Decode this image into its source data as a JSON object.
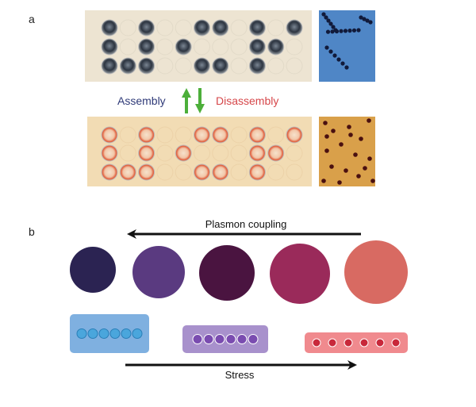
{
  "panel_a": {
    "label": "a",
    "assembly_label": "Assembly",
    "disassembly_label": "Disassembly",
    "colors": {
      "assembly": "#2f3a78",
      "disassembly": "#d6474a",
      "arrow": "#4caf3a",
      "plate_top": "#efe6d4",
      "plate_bottom": "#f3dcb2",
      "well_top": "#3a4250",
      "well_bottom": "#e36b4f",
      "tem_top": "#4f86c6",
      "tem_bottom": "#d9a04a"
    },
    "well_pattern": [
      [
        1,
        0,
        1,
        0,
        0,
        1,
        1,
        0,
        1,
        0,
        1
      ],
      [
        1,
        0,
        1,
        0,
        1,
        0,
        0,
        0,
        1,
        1,
        0
      ],
      [
        1,
        1,
        1,
        0,
        0,
        1,
        1,
        0,
        1,
        0,
        0
      ]
    ]
  },
  "panel_b": {
    "label": "b",
    "plasmon_label": "Plasmon coupling",
    "stress_label": "Stress",
    "film_colors": [
      "#2b2352",
      "#5a3a80",
      "#4a1440",
      "#9a2a5a",
      "#d86a62"
    ],
    "chain_colors": [
      {
        "box": "#7fb0e0",
        "bead": "#4aa6dc"
      },
      {
        "box": "#a891cc",
        "bead": "#7a4cb0"
      },
      {
        "box": "#f08a8e",
        "bead": "#c8283a"
      }
    ]
  }
}
